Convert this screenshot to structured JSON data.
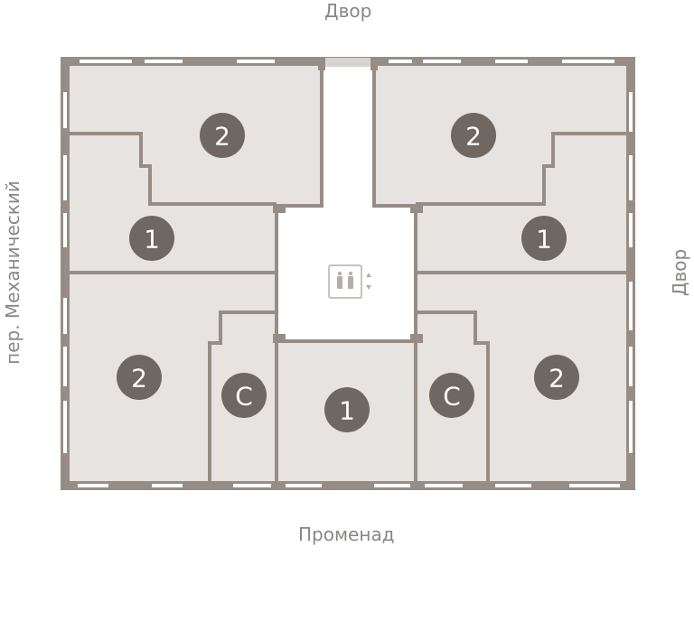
{
  "labels": {
    "top": "Двор",
    "right": "Двор",
    "bottom": "Променад",
    "left": "пер. Механический"
  },
  "colors": {
    "wall": "#968d86",
    "room_fill": "#e6e3e1",
    "badge": "#6f6762",
    "badge_text": "#ffffff",
    "window": "#ffffff",
    "corridor": "#ffffff",
    "label": "#8a8684"
  },
  "units": [
    {
      "id": "top-left",
      "rooms": "2"
    },
    {
      "id": "upper-left",
      "rooms": "1"
    },
    {
      "id": "lower-left",
      "rooms": "2"
    },
    {
      "id": "studio-left",
      "rooms": "С"
    },
    {
      "id": "bottom-center",
      "rooms": "1"
    },
    {
      "id": "studio-right",
      "rooms": "С"
    },
    {
      "id": "lower-right",
      "rooms": "2"
    },
    {
      "id": "upper-right",
      "rooms": "1"
    },
    {
      "id": "top-right",
      "rooms": "2"
    }
  ],
  "core": {
    "icon": "elevator-icon"
  }
}
